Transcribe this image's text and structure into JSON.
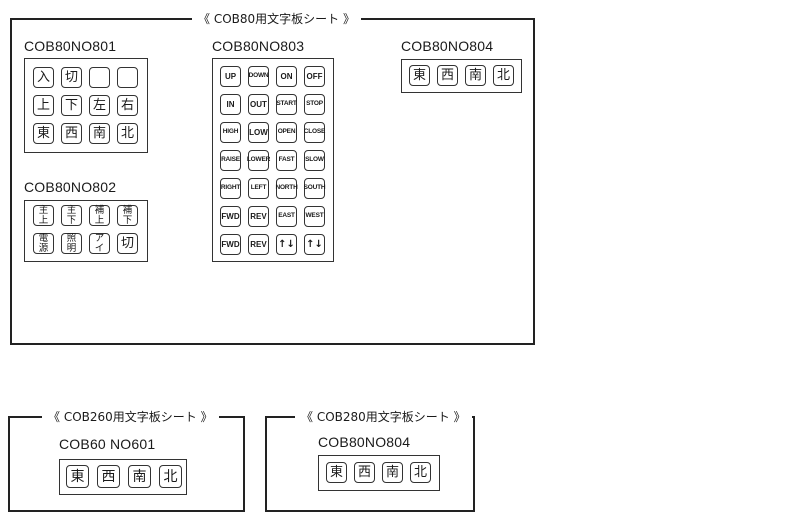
{
  "frames": {
    "cob80": {
      "title": "《 COB80用文字板シート 》"
    },
    "cob260": {
      "title": "《 COB260用文字板シート 》"
    },
    "cob280": {
      "title": "《 COB280用文字板シート 》"
    }
  },
  "models": {
    "no801": {
      "label": "COB80NO801",
      "keys": [
        "入",
        "切",
        "",
        "",
        "上",
        "下",
        "左",
        "右",
        "東",
        "西",
        "南",
        "北"
      ]
    },
    "no802": {
      "label": "COB80NO802",
      "keys": [
        {
          "top": "主",
          "bottom": "上"
        },
        {
          "top": "主",
          "bottom": "下"
        },
        {
          "top": "補",
          "bottom": "上"
        },
        {
          "top": "補",
          "bottom": "下"
        },
        {
          "top": "電",
          "bottom": "源"
        },
        {
          "top": "照",
          "bottom": "明"
        },
        {
          "top": "ア",
          "bottom": "イ"
        },
        {
          "top": "切",
          "bottom": ""
        }
      ]
    },
    "no803": {
      "label": "COB80NO803",
      "keys": [
        "UP",
        "DOWN",
        "ON",
        "OFF",
        "IN",
        "OUT",
        "START",
        "STOP",
        "HIGH",
        "LOW",
        "OPEN",
        "CLOSE",
        "RAISE",
        "LOWER",
        "FAST",
        "SLOW",
        "RIGHT",
        "LEFT",
        "NORTH",
        "SOUTH",
        "FWD",
        "REV",
        "EAST",
        "WEST",
        "FWD",
        "REV",
        "↑↓",
        "↑↓"
      ]
    },
    "no804": {
      "label": "COB80NO804",
      "keys": [
        "東",
        "西",
        "南",
        "北"
      ]
    },
    "no601": {
      "label": "COB60 NO601",
      "keys": [
        "東",
        "西",
        "南",
        "北"
      ]
    },
    "no804b": {
      "label": "COB80NO804",
      "keys": [
        "東",
        "西",
        "南",
        "北"
      ]
    }
  }
}
